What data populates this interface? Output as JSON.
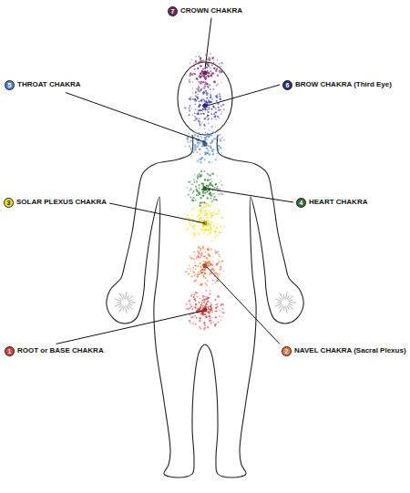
{
  "diagram": {
    "labels": [
      "7",
      "CROWN CHAKRA",
      "5",
      "THROAT CHAKRA",
      "6",
      "BROW CHAKRA (Third Eye)",
      "3",
      "SOLAR PLEXUS CHAKRA",
      "4",
      "HEART CHAKRA",
      "1",
      "ROOT or BASE CHAKRA",
      "2",
      "NAVEL CHAKRA (Sacral Plexus)"
    ]
  }
}
